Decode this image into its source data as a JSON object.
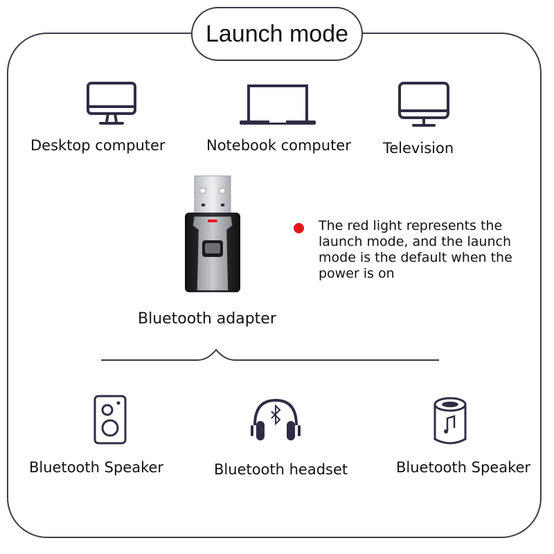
{
  "title": "Launch mode",
  "sources": [
    {
      "label": "Desktop computer",
      "icon": "desktop-monitor-icon"
    },
    {
      "label": "Notebook computer",
      "icon": "laptop-icon"
    },
    {
      "label": "Television",
      "icon": "television-icon"
    }
  ],
  "adapter": {
    "label": "Bluetooth adapter",
    "icon": "usb-bluetooth-adapter-image"
  },
  "note": {
    "bullet_color": "#e8141b",
    "text": "The red light represents the launch mode, and the launch mode is the default when the power is on"
  },
  "targets": [
    {
      "label": "Bluetooth Speaker",
      "icon": "speaker-icon"
    },
    {
      "label": "Bluetooth headset",
      "icon": "bluetooth-headphones-icon"
    },
    {
      "label": "Bluetooth Speaker",
      "icon": "cylinder-speaker-icon"
    }
  ],
  "colors": {
    "line": "#3a3a48",
    "icon": "#2f2d45",
    "accent_red": "#e8141b"
  }
}
